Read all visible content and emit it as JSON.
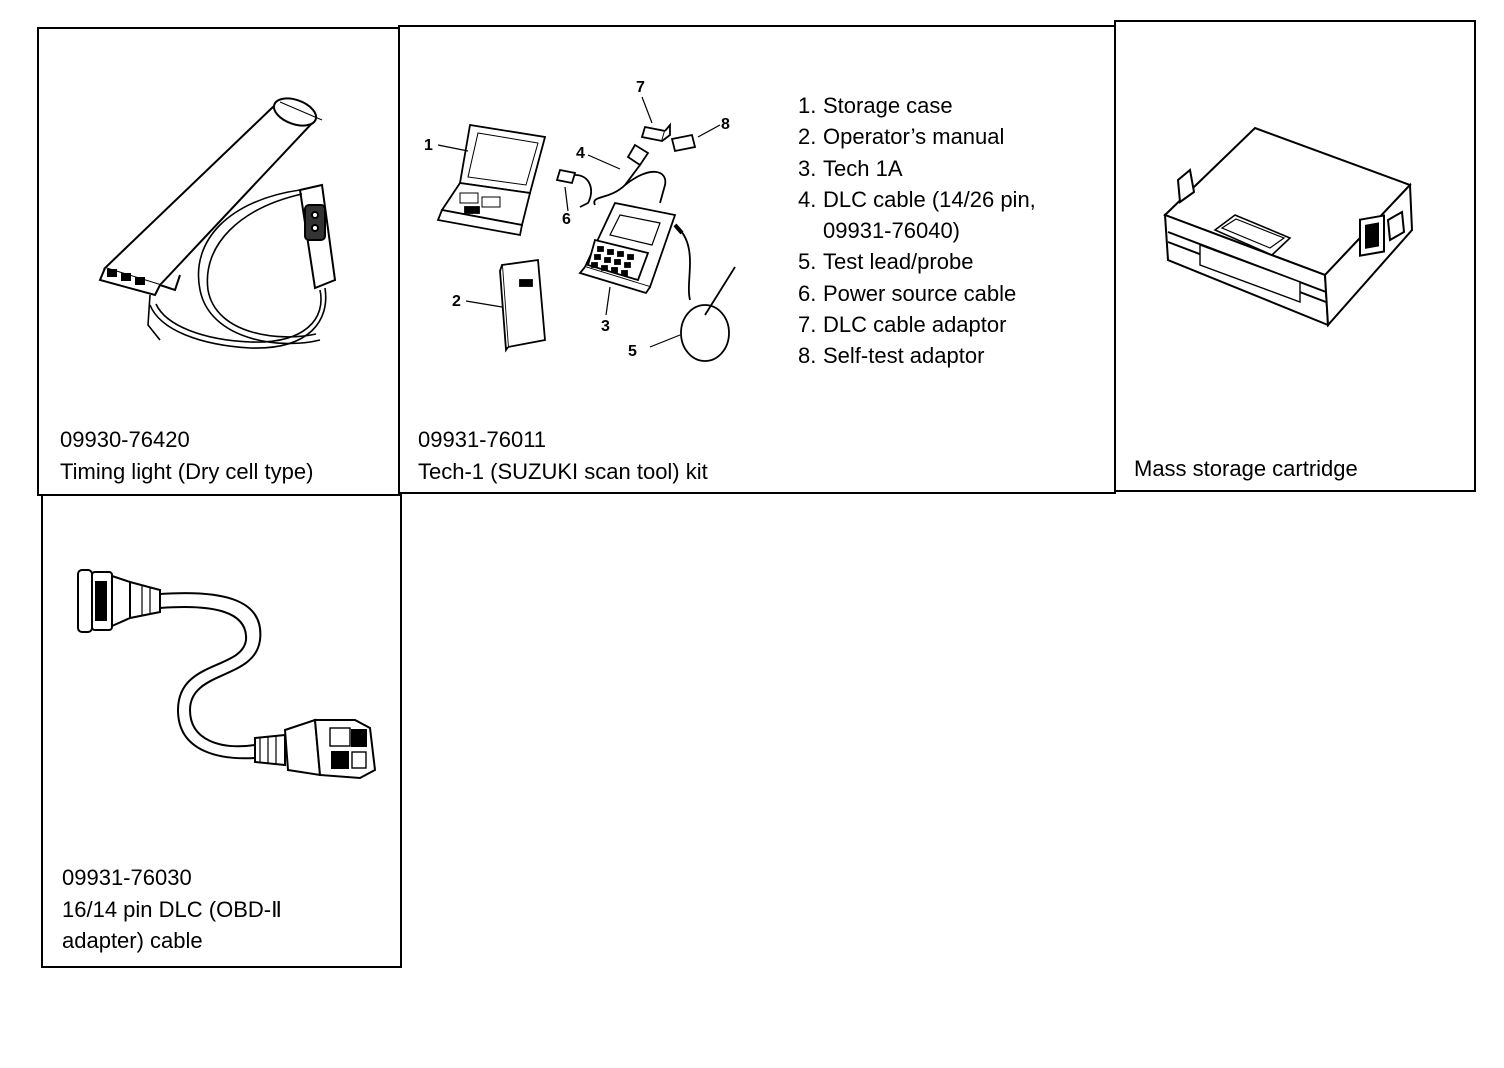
{
  "tools": [
    {
      "part_number": "09930-76420",
      "name": "Timing light (Dry cell type)",
      "illustration": "timing-light"
    },
    {
      "part_number": "09931-76011",
      "name": "Tech-1 (SUZUKI scan tool) kit",
      "illustration": "tech-1-kit",
      "callouts": [
        "1",
        "2",
        "3",
        "4",
        "5",
        "6",
        "7",
        "8"
      ],
      "legend": [
        {
          "num": "1.",
          "text": "Storage case"
        },
        {
          "num": "2.",
          "text": "Operator’s manual"
        },
        {
          "num": "3.",
          "text": "Tech 1A"
        },
        {
          "num": "4.",
          "text": "DLC cable (14/26 pin,"
        },
        {
          "num": "",
          "text": "09931-76040)"
        },
        {
          "num": "5.",
          "text": "Test lead/probe"
        },
        {
          "num": "6.",
          "text": "Power source cable"
        },
        {
          "num": "7.",
          "text": "DLC cable adaptor"
        },
        {
          "num": "8.",
          "text": "Self-test adaptor"
        }
      ]
    },
    {
      "part_number": "",
      "name": "Mass storage cartridge",
      "illustration": "mass-storage-cartridge"
    },
    {
      "part_number": "09931-76030",
      "name_line1": "16/14 pin DLC (OBD-Ⅱ",
      "name_line2": "adapter) cable",
      "illustration": "dlc-adapter-cable"
    }
  ]
}
